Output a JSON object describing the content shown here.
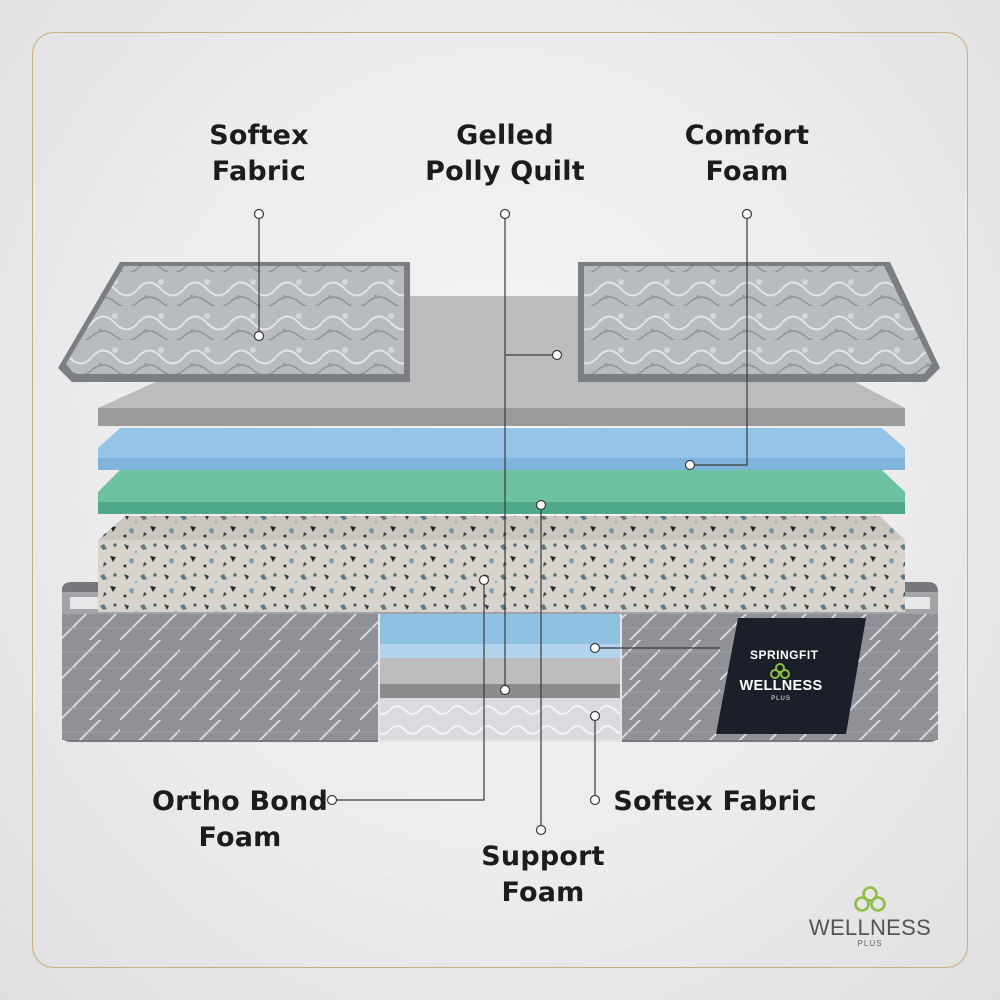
{
  "labels": {
    "top_left": {
      "line1": "Softex",
      "line2": "Fabric"
    },
    "top_center": {
      "line1": "Gelled",
      "line2": "Polly Quilt"
    },
    "top_right": {
      "line1": "Comfort",
      "line2": "Foam"
    },
    "bottom_left": {
      "line1": "Ortho Bond",
      "line2": "Foam"
    },
    "bottom_center": {
      "line1": "Support",
      "line2": "Foam"
    },
    "bottom_right": {
      "line1": "Softex Fabric"
    }
  },
  "badge": {
    "brand_top": "SPRINGFIT",
    "brand_main": "WELLNESS",
    "brand_sub": "PLUS"
  },
  "corner_logo": {
    "name": "WELLNESS",
    "sub": "PLUS"
  },
  "colors": {
    "quilt": "#9ea1a6",
    "gelled_layer": "#b9b9b9",
    "comfort_foam": "#95c4e6",
    "support_foam": "#6dc2a2",
    "ortho_bond": "#d9d6cf",
    "base_fabric": "#8b8d92",
    "frame_border": "#c9ae7a",
    "badge_bg": "#1b1f2a",
    "logo_green": "#8bbf3f"
  }
}
